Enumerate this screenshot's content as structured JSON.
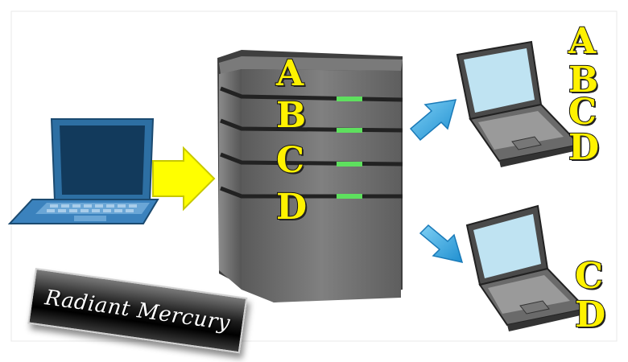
{
  "server": {
    "letters": [
      "A",
      "B",
      "C",
      "D"
    ]
  },
  "recipient_top": {
    "letters": [
      "A",
      "B",
      "C",
      "D"
    ]
  },
  "recipient_bottom": {
    "letters": [
      "C",
      "D"
    ]
  },
  "brand": {
    "text": "Radiant Mercury"
  },
  "colors": {
    "letter_fill": "#fff200",
    "source_laptop": "#2d6fa3",
    "server_body": "#6b6b6b",
    "indicator_led": "#5ee05e",
    "input_arrow": "#ffff00",
    "output_arrow": "#35a8e0",
    "recipient_screen": "#bfe3f2"
  },
  "icons": [
    "laptop-icon",
    "server-icon",
    "arrow-right-icon"
  ]
}
